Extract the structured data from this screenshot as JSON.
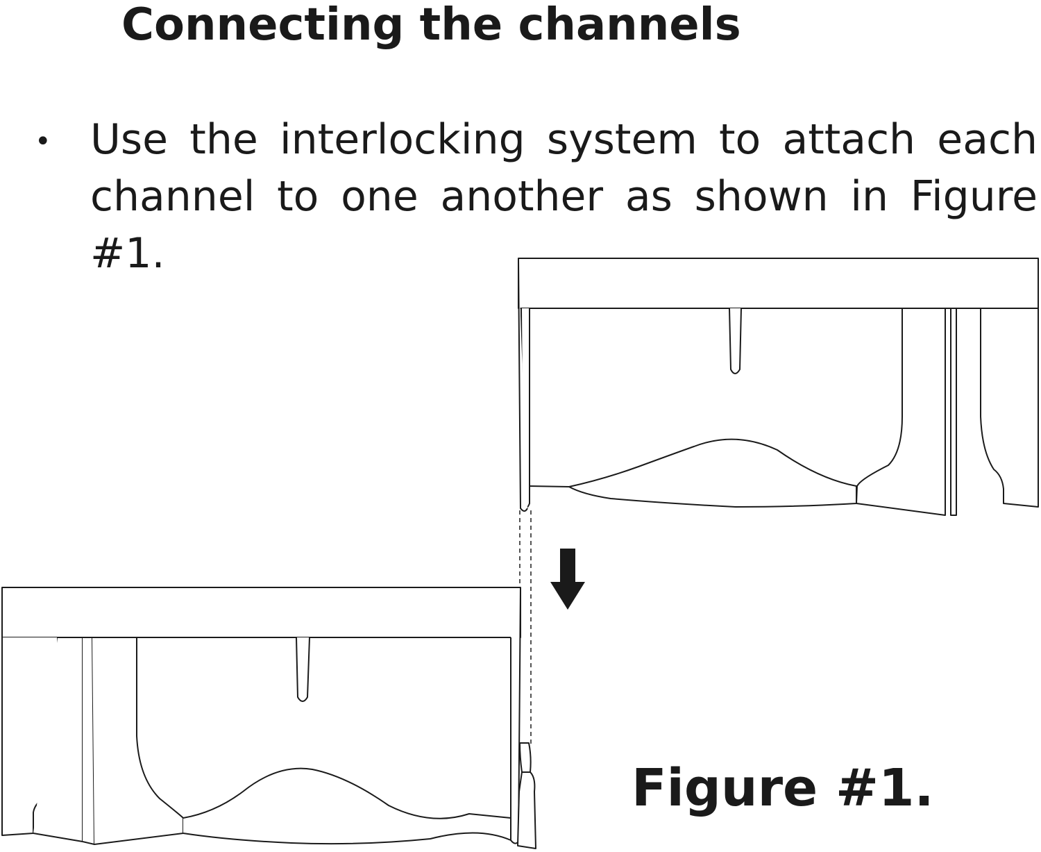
{
  "heading": {
    "title": "Connecting the channels"
  },
  "instructions": {
    "bullet_glyph": "•",
    "text": "Use the interlocking system to attach each channel to one another as shown in Figure #1."
  },
  "figure": {
    "label": "Figure #1.",
    "arrow_icon": "arrow-down-icon",
    "colors": {
      "stroke": "#1a1a1a",
      "fill": "#ffffff"
    }
  }
}
